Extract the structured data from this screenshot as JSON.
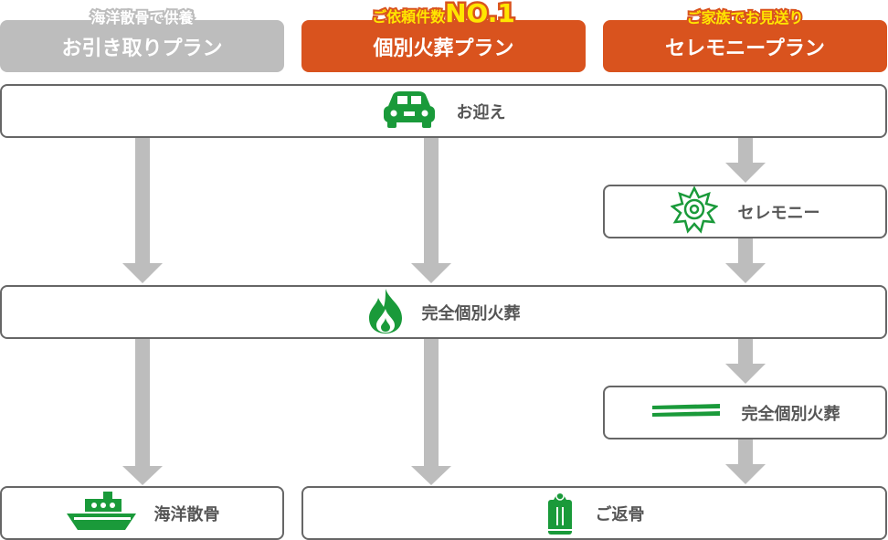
{
  "plans": [
    {
      "sub": "海洋散骨で供養",
      "title": "お引き取りプラン"
    },
    {
      "sub": "ご依頼件数",
      "sub_badge": "NO.1",
      "title": "個別火葬プラン"
    },
    {
      "sub": "ご家族でお見送り",
      "title": "セレモニープラン"
    }
  ],
  "steps": {
    "pickup": "お迎え",
    "ceremony": "セレモニー",
    "cremation": "完全個別火葬",
    "cremation_ceremony": "完全個別火葬",
    "sea_scatter": "海洋散骨",
    "return_bones": "ご返骨"
  },
  "colors": {
    "gray": "#bdbdbd",
    "orange": "#d9531e",
    "green": "#1a9a3a",
    "arrow": "#bdbdbd",
    "border": "#666666"
  },
  "icons": [
    "car-icon",
    "lotus-icon",
    "fire-icon",
    "chopsticks-icon",
    "ship-icon",
    "urn-icon"
  ]
}
